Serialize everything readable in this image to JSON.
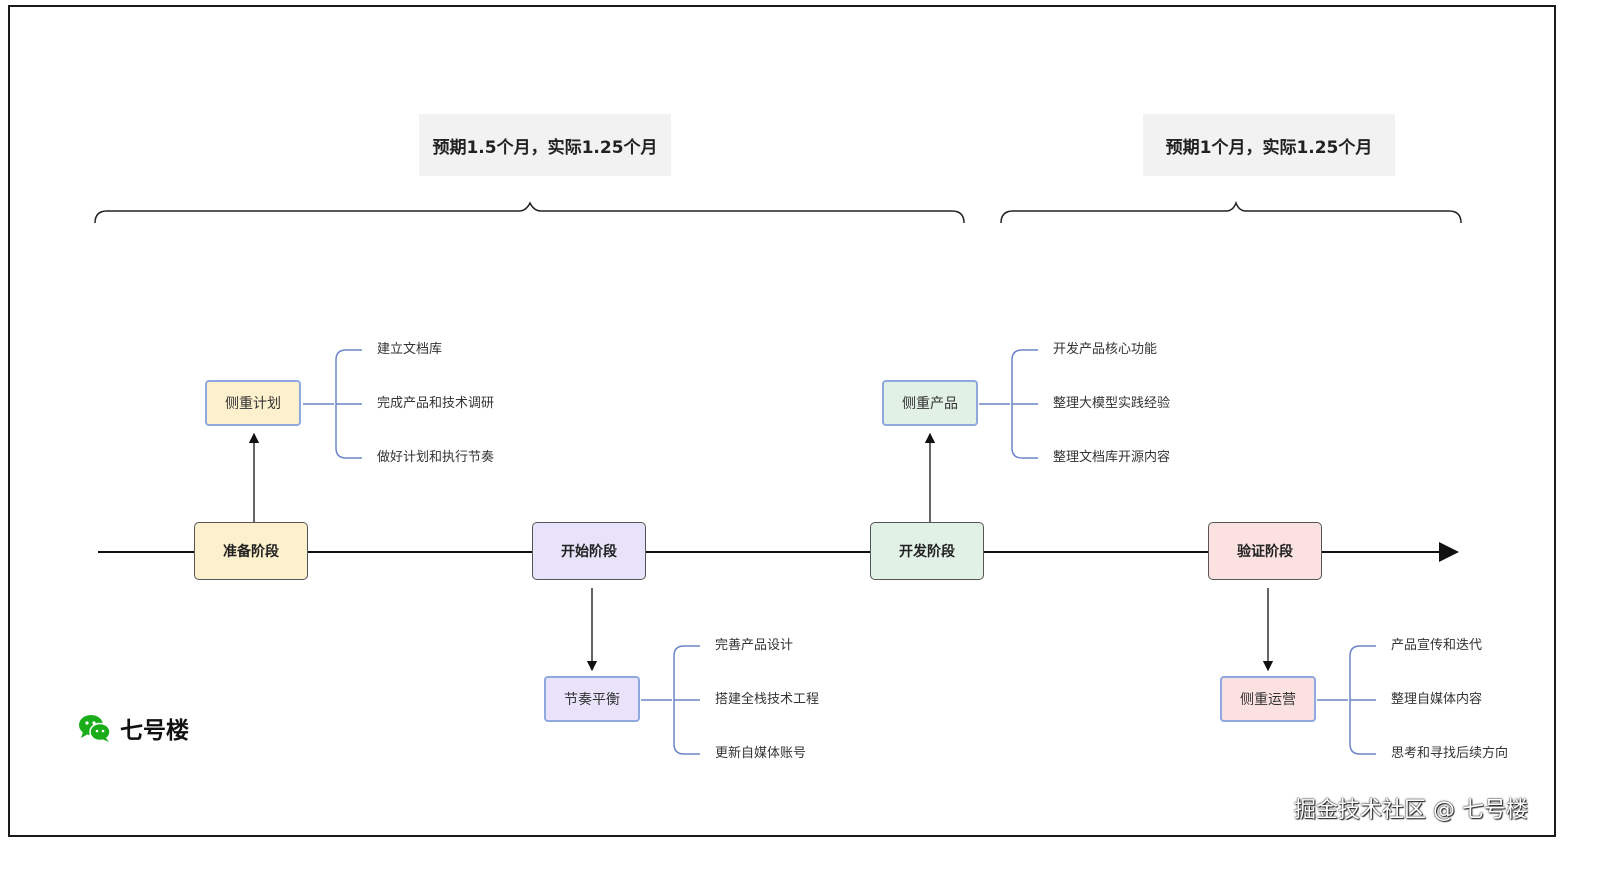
{
  "durations": [
    {
      "text": "预期1.5个月，实际1.25个月"
    },
    {
      "text": "预期1个月，实际1.25个月"
    }
  ],
  "stages": [
    {
      "label": "准备阶段",
      "color": "#fdf0cd"
    },
    {
      "label": "开始阶段",
      "color": "#e8e3fb"
    },
    {
      "label": "开发阶段",
      "color": "#e2f1e6"
    },
    {
      "label": "验证阶段",
      "color": "#fbe2e0"
    }
  ],
  "focus": [
    {
      "label": "侧重计划",
      "fill": "#fdf0cd",
      "border": "#8fa9e0",
      "items": [
        "建立文档库",
        "完成产品和技术调研",
        "做好计划和执行节奏"
      ]
    },
    {
      "label": "节奏平衡",
      "fill": "#e8e3fb",
      "border": "#8fa9e0",
      "items": [
        "完善产品设计",
        "搭建全栈技术工程",
        "更新自媒体账号"
      ]
    },
    {
      "label": "侧重产品",
      "fill": "#e2f1e6",
      "border": "#8fa9e0",
      "items": [
        "开发产品核心功能",
        "整理大模型实践经验",
        "整理文档库开源内容"
      ]
    },
    {
      "label": "侧重运营",
      "fill": "#fbe2e0",
      "border": "#8fa9e0",
      "items": [
        "产品宣传和迭代",
        "整理自媒体内容",
        "思考和寻找后续方向"
      ]
    }
  ],
  "brand": {
    "name": "七号楼",
    "icon": "wechat-icon",
    "icon_color": "#1aad19"
  },
  "watermark": "掘金技术社区 @ 七号楼"
}
